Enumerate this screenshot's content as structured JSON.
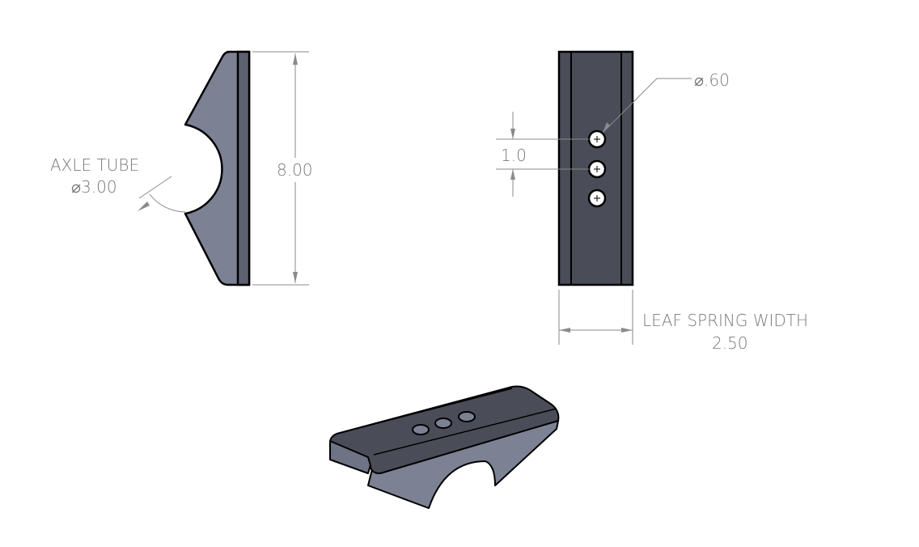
{
  "side_view": {
    "axle_label": "AXLE TUBE",
    "axle_diameter": "⌀3.00",
    "height": "8.00"
  },
  "front_view": {
    "hole_diameter": "⌀.60",
    "hole_spacing": "1.0",
    "width_label": "LEAF SPRING WIDTH",
    "width": "2.50"
  },
  "colors": {
    "part": "#7d8194",
    "part_dark": "#4a4c58",
    "dimension": "#7a7a7a"
  }
}
